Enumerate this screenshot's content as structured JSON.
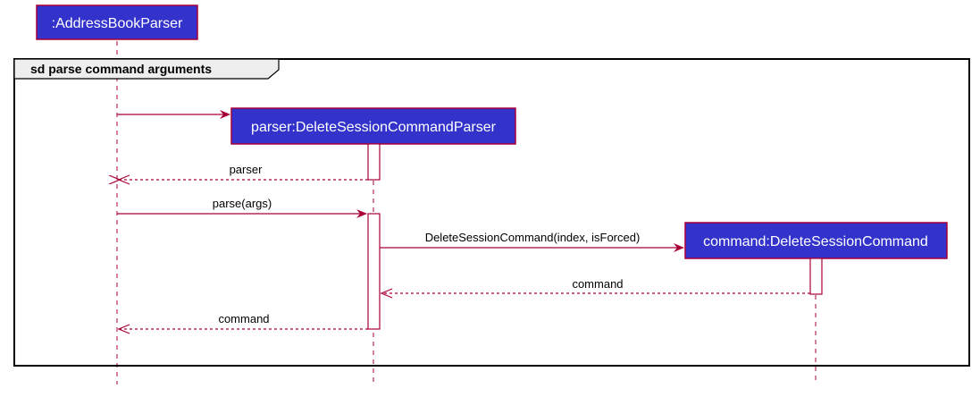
{
  "diagram": {
    "type": "sequence",
    "participants": {
      "address_book_parser": ":AddressBookParser",
      "parser": "parser:DeleteSessionCommandParser",
      "command": "command:DeleteSessionCommand"
    },
    "frame_title": "sd parse command arguments",
    "messages": {
      "create_parser": "",
      "return_parser": "parser",
      "parse_call": "parse(args)",
      "create_command": "DeleteSessionCommand(index, isForced)",
      "return_command_inner": "command",
      "return_command_outer": "command"
    },
    "colors": {
      "participant_fill": "#3333cc",
      "participant_border": "#a80036",
      "arrow": "#a80036",
      "lifeline": "#a80036",
      "frame_border": "#000000"
    }
  }
}
